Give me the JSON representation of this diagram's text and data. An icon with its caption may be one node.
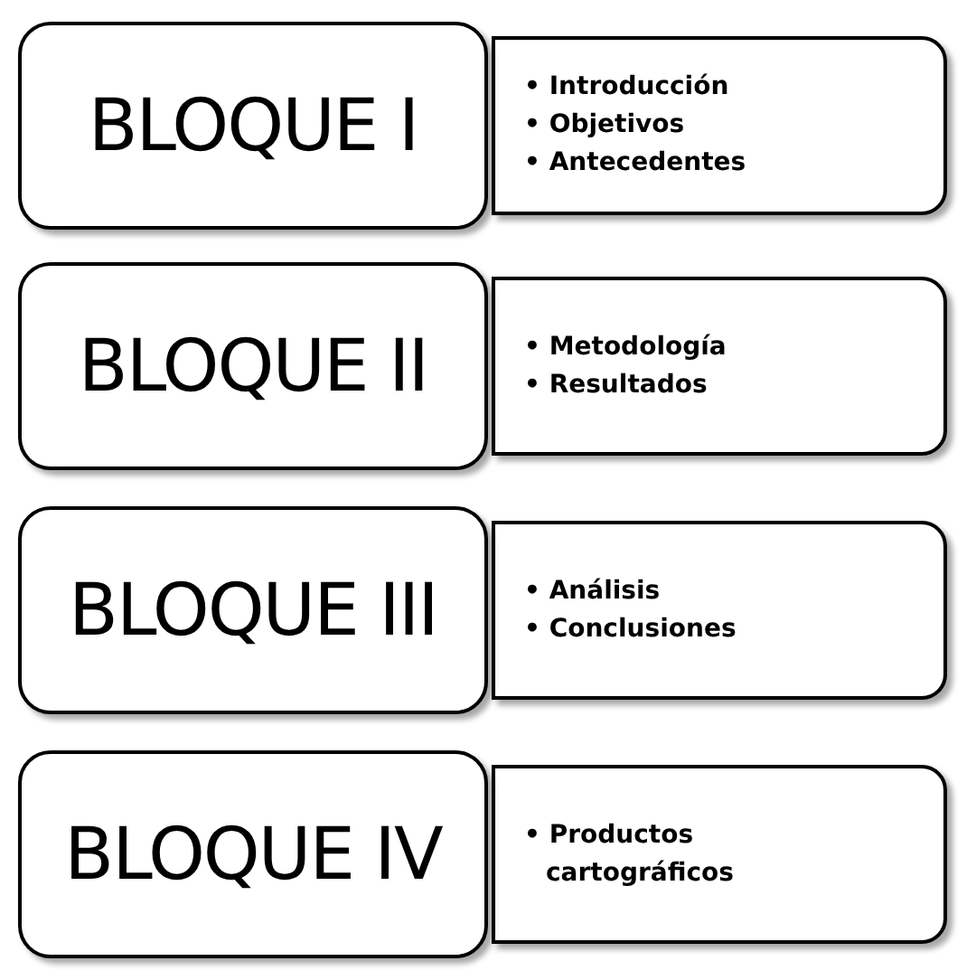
{
  "diagram": {
    "nodes": [
      {
        "text": [
          "BLOQUE I"
        ]
      },
      {
        "text": [
          "• Introducción",
          "• Objetivos",
          "• Antecedentes"
        ]
      },
      {
        "text": [
          "BLOQUE II"
        ]
      },
      {
        "text": [
          "• Metodología",
          "• Resultados"
        ]
      },
      {
        "text": [
          "BLOQUE III"
        ]
      },
      {
        "text": [
          "• Análisis",
          "• Conclusiones"
        ]
      },
      {
        "text": [
          "BLOQUE IV"
        ]
      },
      {
        "text": [
          "• Productos cartográficos"
        ]
      }
    ]
  }
}
